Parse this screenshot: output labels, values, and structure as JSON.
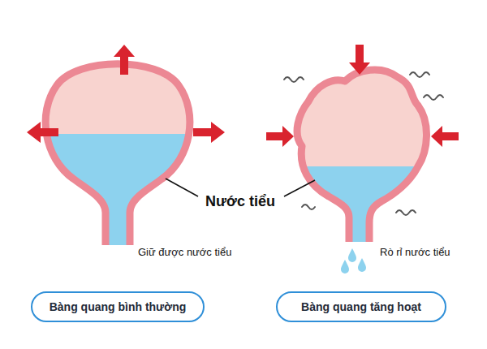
{
  "diagram": {
    "nodes": [
      {
        "text": [
          "Bàng quang bình thường"
        ]
      },
      {
        "text": [
          "Bàng quang tăng hoạt"
        ]
      }
    ],
    "labels": [
      "Nước tiểu",
      "Giữ được nước tiểu",
      "Rò rỉ nước tiểu"
    ]
  }
}
